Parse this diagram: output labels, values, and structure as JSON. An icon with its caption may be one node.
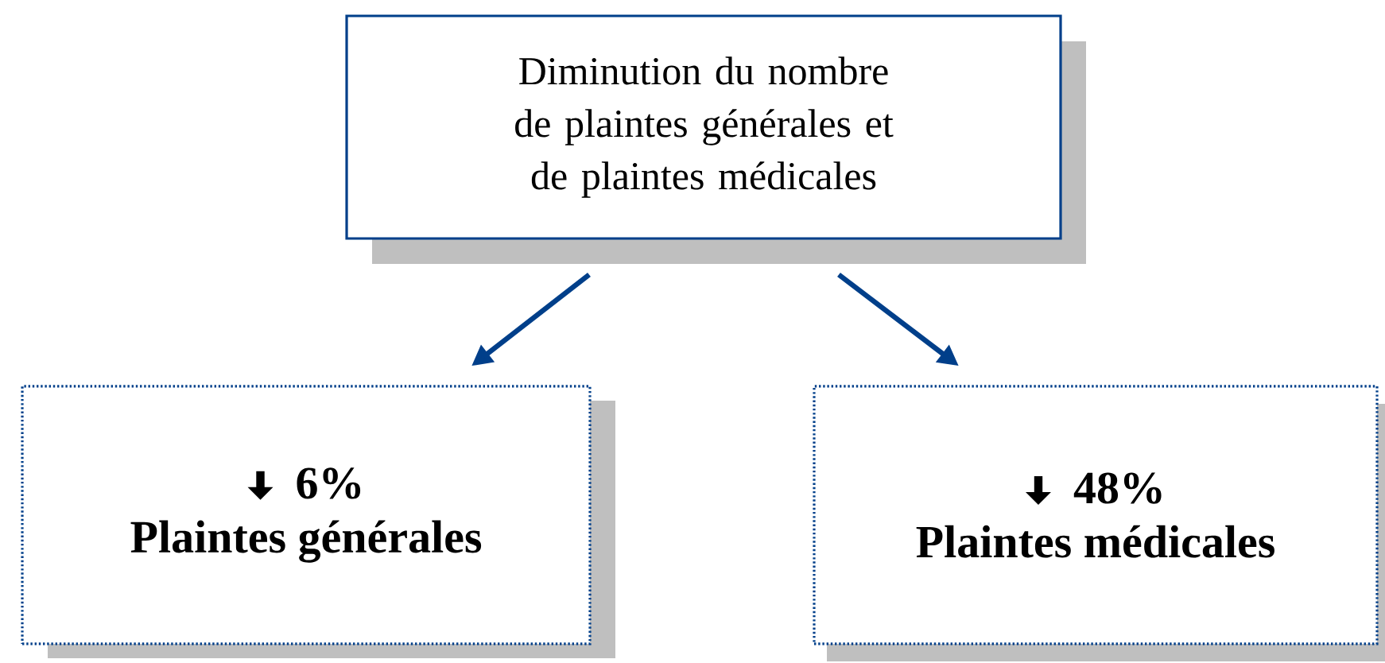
{
  "diagram": {
    "nodes": [
      {
        "text": [
          "Diminution du nombre de plaintes générales et de plaintes médicales"
        ]
      },
      {
        "text": [
          "6%",
          "Plaintes générales"
        ]
      },
      {
        "text": [
          "48%",
          "Plaintes médicales"
        ]
      }
    ],
    "edges": [
      {
        "from": 0,
        "to": 1,
        "arrow": "to"
      },
      {
        "from": 0,
        "to": 2,
        "arrow": "to"
      }
    ]
  }
}
